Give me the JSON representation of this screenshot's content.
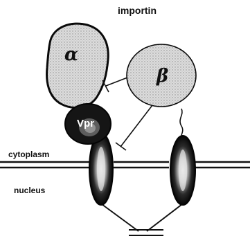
{
  "title": "importin",
  "labels": {
    "alpha": "α",
    "beta": "β",
    "vpr": "Vpr",
    "cytoplasm": "cytoplasm",
    "nucleus": "nucleus"
  },
  "colors": {
    "stipple_fill": "#d9d9d9",
    "outline": "#0a0a0a",
    "vpr_fill": "#151515",
    "background": "#ffffff"
  }
}
